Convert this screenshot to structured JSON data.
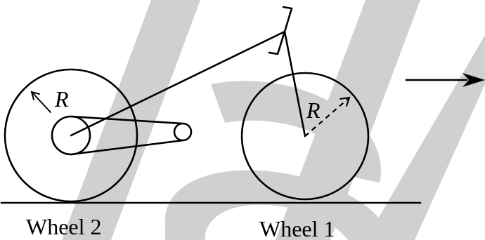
{
  "labels": {
    "radius_wheel2": "R",
    "radius_wheel1": "R",
    "wheel2_caption": "Wheel 2",
    "wheel1_caption": "Wheel 1"
  },
  "colors": {
    "ink": "#000000",
    "watermark": "#d0d0d0",
    "background": "#ffffff"
  }
}
